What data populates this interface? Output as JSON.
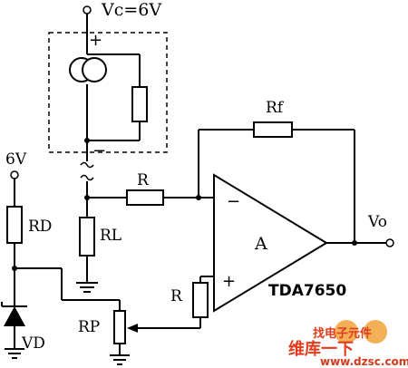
{
  "diagram": {
    "labels": {
      "supply_top": "Vc=6V",
      "supply_left": "6V",
      "rd": "RD",
      "rl": "RL",
      "r_input": "R",
      "r_plus": "R",
      "rf": "Rf",
      "amp": "A",
      "output": "Vo",
      "chip": "TDA7650",
      "rp": "RP",
      "vd": "VD"
    },
    "pins": {
      "plus_top": "+",
      "minus_top": "−",
      "inv": "−",
      "noninv": "+"
    },
    "watermark": {
      "brand_top": "找电子元件",
      "brand_cn": "维库一下",
      "url": "www.dzsc.com"
    }
  }
}
